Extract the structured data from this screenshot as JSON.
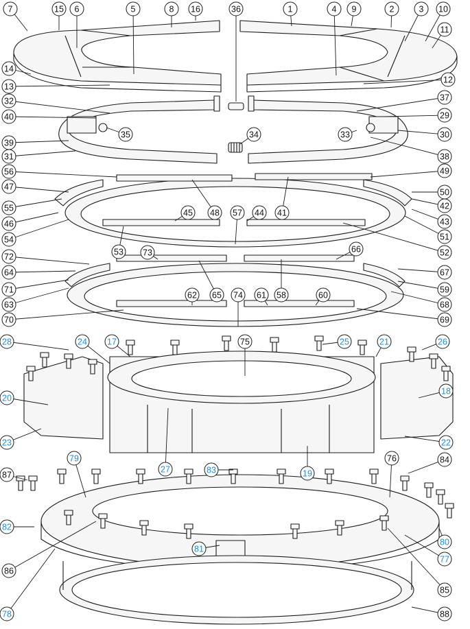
{
  "colors": {
    "line": "#1a1a1a",
    "callout_black": "#111111",
    "callout_blue": "#1e90d6",
    "part_fill": "#f6f6f6"
  },
  "callouts": [
    {
      "n": "1",
      "c": "black"
    },
    {
      "n": "2",
      "c": "black"
    },
    {
      "n": "3",
      "c": "black"
    },
    {
      "n": "4",
      "c": "black"
    },
    {
      "n": "5",
      "c": "black"
    },
    {
      "n": "6",
      "c": "black"
    },
    {
      "n": "7",
      "c": "black"
    },
    {
      "n": "8",
      "c": "black"
    },
    {
      "n": "9",
      "c": "black"
    },
    {
      "n": "10",
      "c": "black"
    },
    {
      "n": "11",
      "c": "black"
    },
    {
      "n": "12",
      "c": "black"
    },
    {
      "n": "13",
      "c": "black"
    },
    {
      "n": "14",
      "c": "black"
    },
    {
      "n": "15",
      "c": "black"
    },
    {
      "n": "16",
      "c": "black"
    },
    {
      "n": "17",
      "c": "blue"
    },
    {
      "n": "18",
      "c": "blue"
    },
    {
      "n": "19",
      "c": "blue"
    },
    {
      "n": "20",
      "c": "blue"
    },
    {
      "n": "21",
      "c": "blue"
    },
    {
      "n": "22",
      "c": "blue"
    },
    {
      "n": "23",
      "c": "blue"
    },
    {
      "n": "24",
      "c": "blue"
    },
    {
      "n": "25",
      "c": "blue"
    },
    {
      "n": "26",
      "c": "blue"
    },
    {
      "n": "27",
      "c": "blue"
    },
    {
      "n": "28",
      "c": "blue"
    },
    {
      "n": "29",
      "c": "black"
    },
    {
      "n": "30",
      "c": "black"
    },
    {
      "n": "31",
      "c": "black"
    },
    {
      "n": "32",
      "c": "black"
    },
    {
      "n": "33",
      "c": "black"
    },
    {
      "n": "34",
      "c": "black"
    },
    {
      "n": "35",
      "c": "black"
    },
    {
      "n": "36",
      "c": "black"
    },
    {
      "n": "37",
      "c": "black"
    },
    {
      "n": "38",
      "c": "black"
    },
    {
      "n": "39",
      "c": "black"
    },
    {
      "n": "40",
      "c": "black"
    },
    {
      "n": "41",
      "c": "black"
    },
    {
      "n": "42",
      "c": "black"
    },
    {
      "n": "43",
      "c": "black"
    },
    {
      "n": "44",
      "c": "black"
    },
    {
      "n": "45",
      "c": "black"
    },
    {
      "n": "46",
      "c": "black"
    },
    {
      "n": "47",
      "c": "black"
    },
    {
      "n": "48",
      "c": "black"
    },
    {
      "n": "49",
      "c": "black"
    },
    {
      "n": "50",
      "c": "black"
    },
    {
      "n": "51",
      "c": "black"
    },
    {
      "n": "52",
      "c": "black"
    },
    {
      "n": "53",
      "c": "black"
    },
    {
      "n": "54",
      "c": "black"
    },
    {
      "n": "55",
      "c": "black"
    },
    {
      "n": "56",
      "c": "black"
    },
    {
      "n": "57",
      "c": "black"
    },
    {
      "n": "58",
      "c": "black"
    },
    {
      "n": "59",
      "c": "black"
    },
    {
      "n": "60",
      "c": "black"
    },
    {
      "n": "61",
      "c": "black"
    },
    {
      "n": "62",
      "c": "black"
    },
    {
      "n": "63",
      "c": "black"
    },
    {
      "n": "64",
      "c": "black"
    },
    {
      "n": "65",
      "c": "black"
    },
    {
      "n": "66",
      "c": "black"
    },
    {
      "n": "67",
      "c": "black"
    },
    {
      "n": "68",
      "c": "black"
    },
    {
      "n": "69",
      "c": "black"
    },
    {
      "n": "70",
      "c": "black"
    },
    {
      "n": "71",
      "c": "black"
    },
    {
      "n": "72",
      "c": "black"
    },
    {
      "n": "73",
      "c": "black"
    },
    {
      "n": "74",
      "c": "black"
    },
    {
      "n": "75",
      "c": "black"
    },
    {
      "n": "76",
      "c": "black"
    },
    {
      "n": "77",
      "c": "blue"
    },
    {
      "n": "78",
      "c": "blue"
    },
    {
      "n": "79",
      "c": "blue"
    },
    {
      "n": "80",
      "c": "blue"
    },
    {
      "n": "81",
      "c": "blue"
    },
    {
      "n": "82",
      "c": "blue"
    },
    {
      "n": "83",
      "c": "blue"
    },
    {
      "n": "84",
      "c": "black"
    },
    {
      "n": "85",
      "c": "black"
    },
    {
      "n": "86",
      "c": "black"
    },
    {
      "n": "87",
      "c": "black"
    },
    {
      "n": "88",
      "c": "black"
    }
  ]
}
